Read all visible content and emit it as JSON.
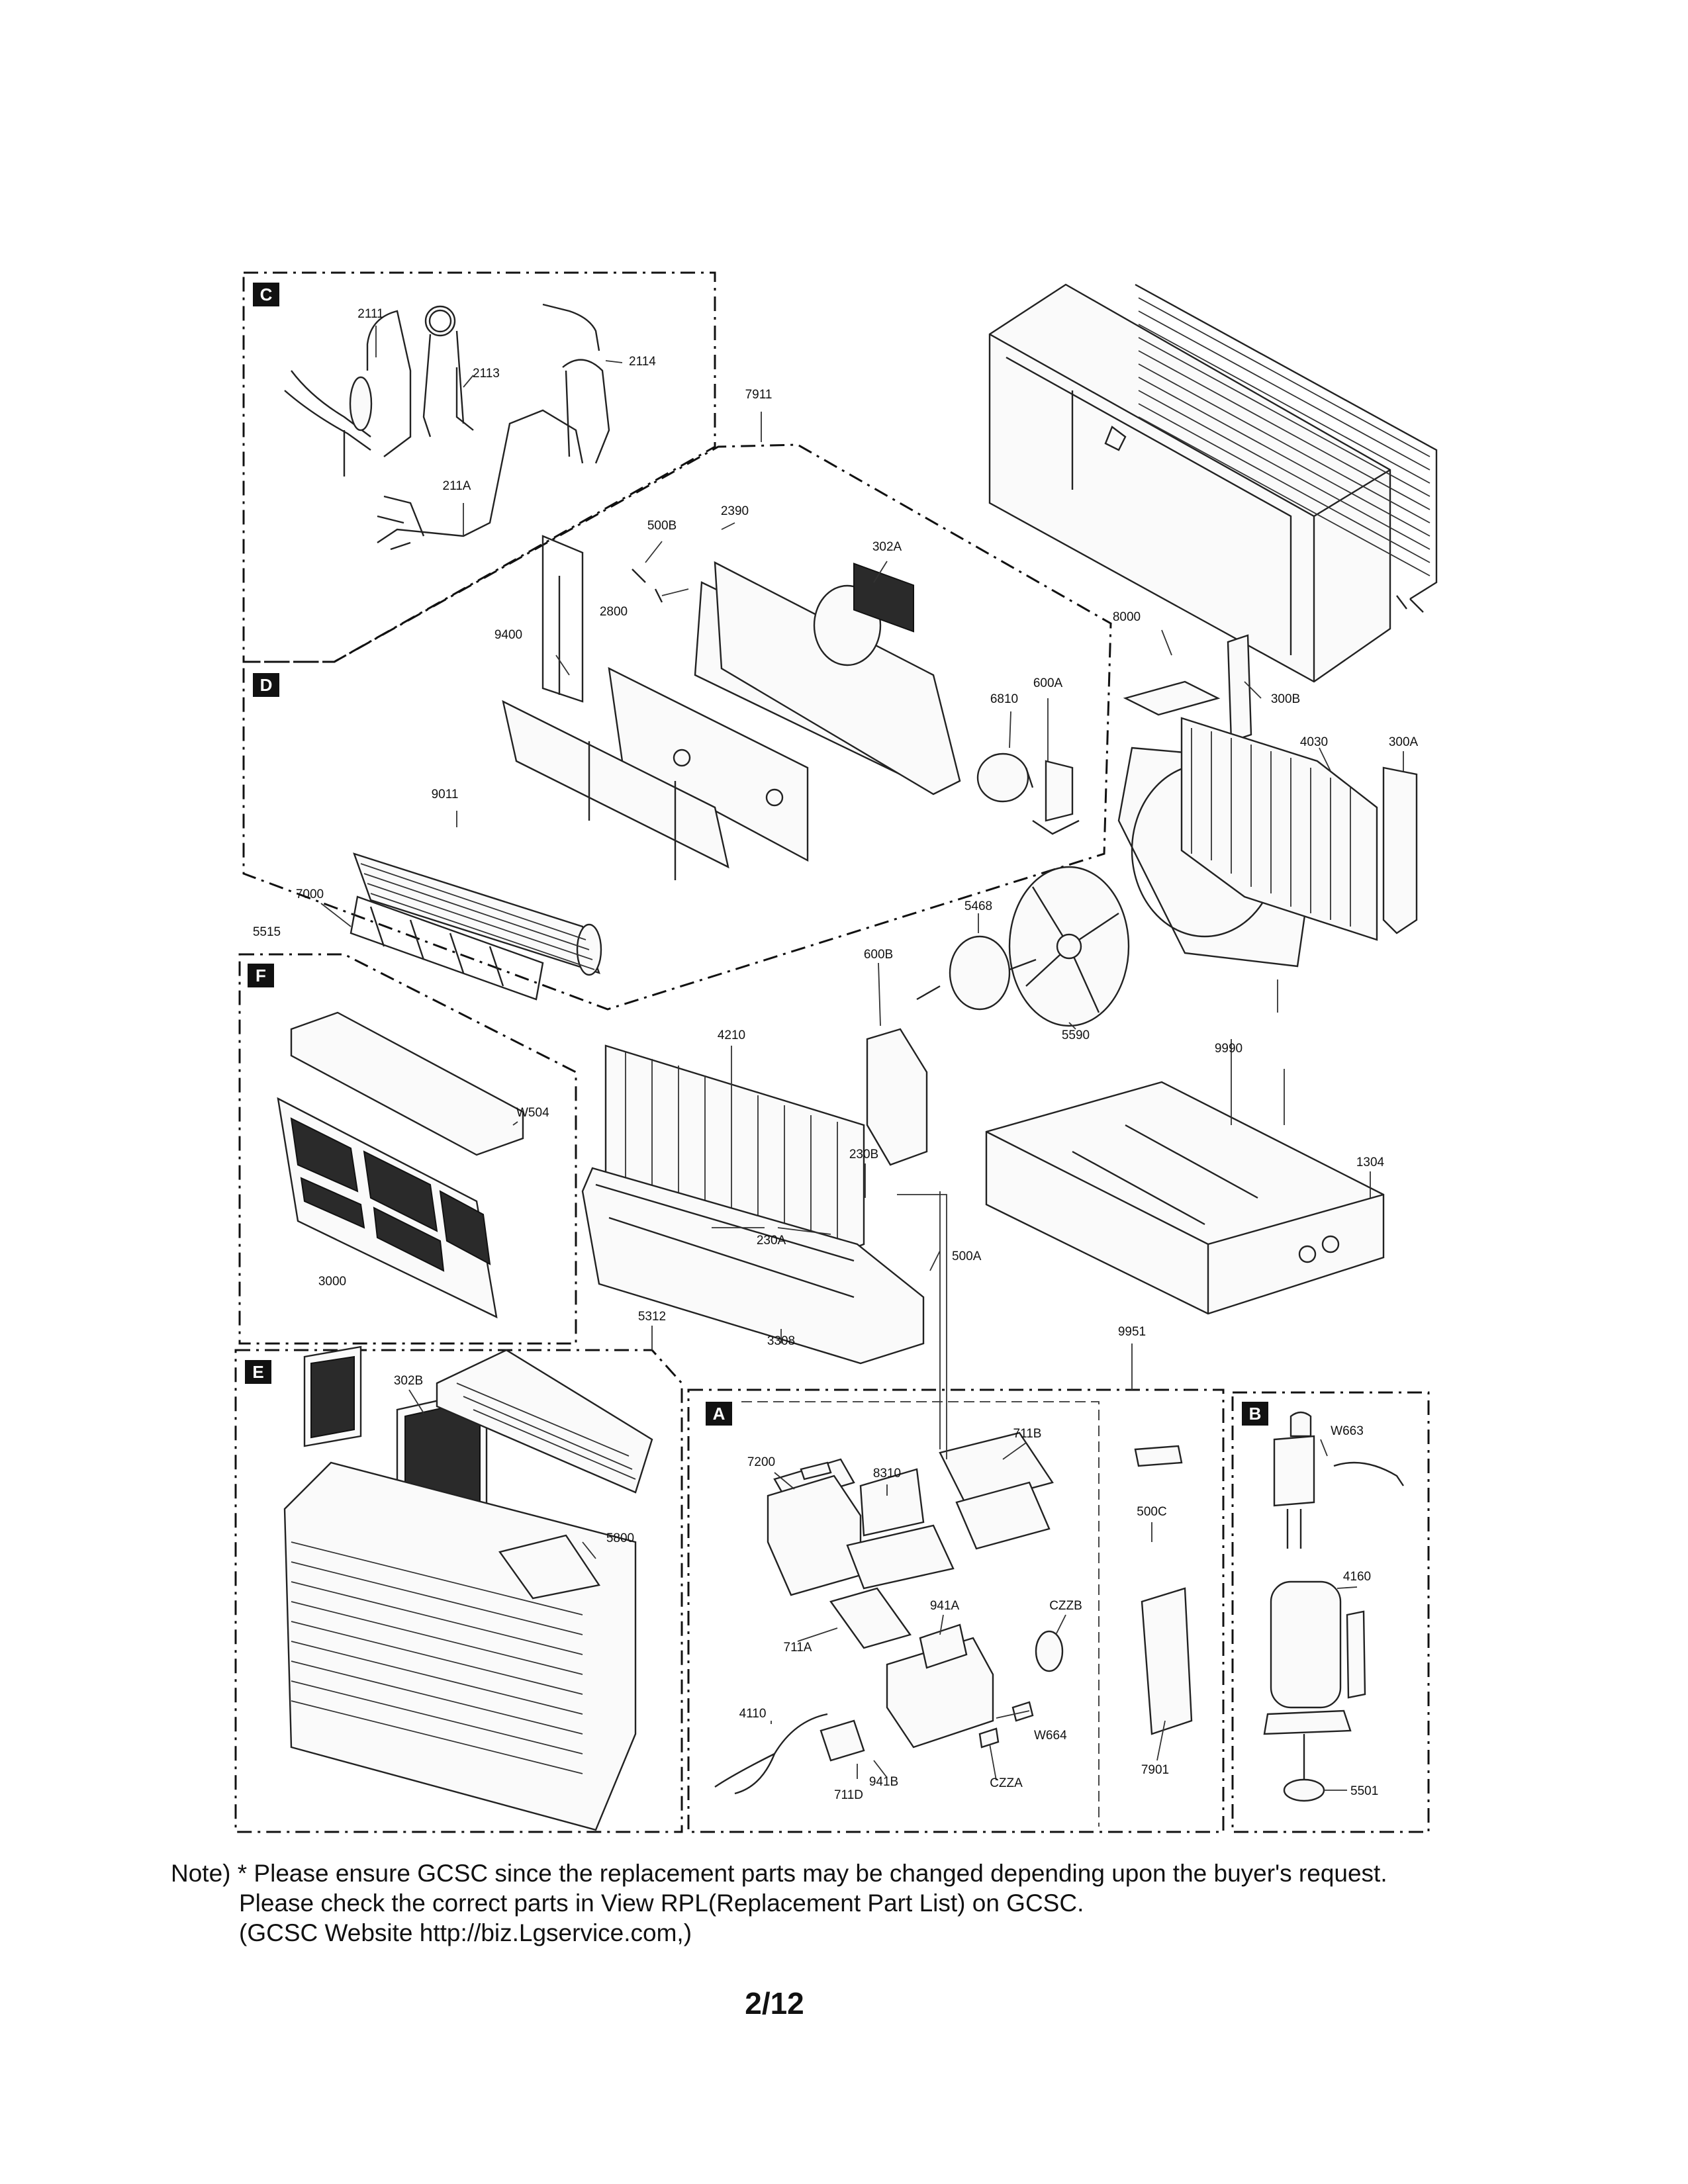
{
  "sections": {
    "A": {
      "letter": "A"
    },
    "B": {
      "letter": "B"
    },
    "C": {
      "letter": "C"
    },
    "D": {
      "letter": "D"
    },
    "E": {
      "letter": "E"
    },
    "F": {
      "letter": "F"
    }
  },
  "part_labels": [
    "2111",
    "2113",
    "2114",
    "211A",
    "7911",
    "500B",
    "2390",
    "302A",
    "2800",
    "9400",
    "8000",
    "300B",
    "600A",
    "6810",
    "4030",
    "300A",
    "9011",
    "7000",
    "5515",
    "5468",
    "600B",
    "5590",
    "4210",
    "9990",
    "W504",
    "230B",
    "1304",
    "230A",
    "500A",
    "3000",
    "5312",
    "3308",
    "9951",
    "302B",
    "711B",
    "W663",
    "7200",
    "8310",
    "500C",
    "5800",
    "4160",
    "941A",
    "CZZB",
    "711A",
    "4110",
    "W664",
    "941B",
    "711D",
    "CZZA",
    "7901",
    "5501"
  ],
  "note": {
    "line1": "Note) * Please ensure GCSC since the replacement parts may be changed depending upon the buyer's request.",
    "line2": "Please check  the correct parts in View RPL(Replacement Part List) on GCSC.",
    "line3": "(GCSC Website  http://biz.Lgservice.com,)"
  },
  "page": {
    "number": "2/12"
  }
}
